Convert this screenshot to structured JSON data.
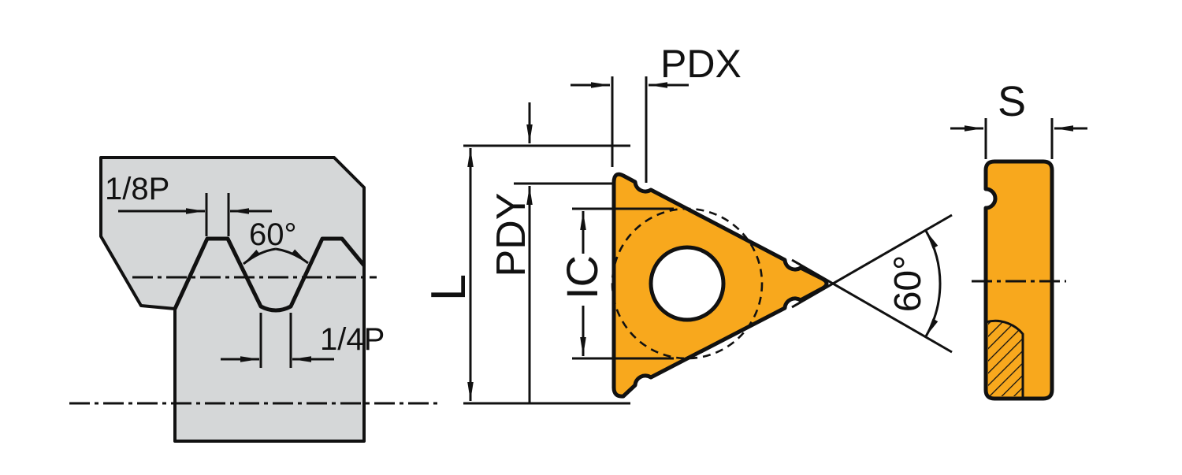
{
  "figure": {
    "description": "Technical dimension drawing of a triangular threading insert: thread profile detail, insert front view and insert side view",
    "colors": {
      "insert_fill": "#F8A81D",
      "workpiece_fill": "#D5D7D8",
      "line": "#111111",
      "background": "#FFFFFF"
    },
    "thread_profile_view": {
      "crest_flat_label": "1/8P",
      "flank_angle_label": "60°",
      "root_flat_label": "1/4P"
    },
    "front_view": {
      "tip_offset_x_label": "PDX",
      "tip_offset_y_label": "PDY",
      "length_label": "L",
      "inscribed_circle_label": "IC",
      "point_angle_label": "60°"
    },
    "side_view": {
      "thickness_label": "S"
    }
  }
}
